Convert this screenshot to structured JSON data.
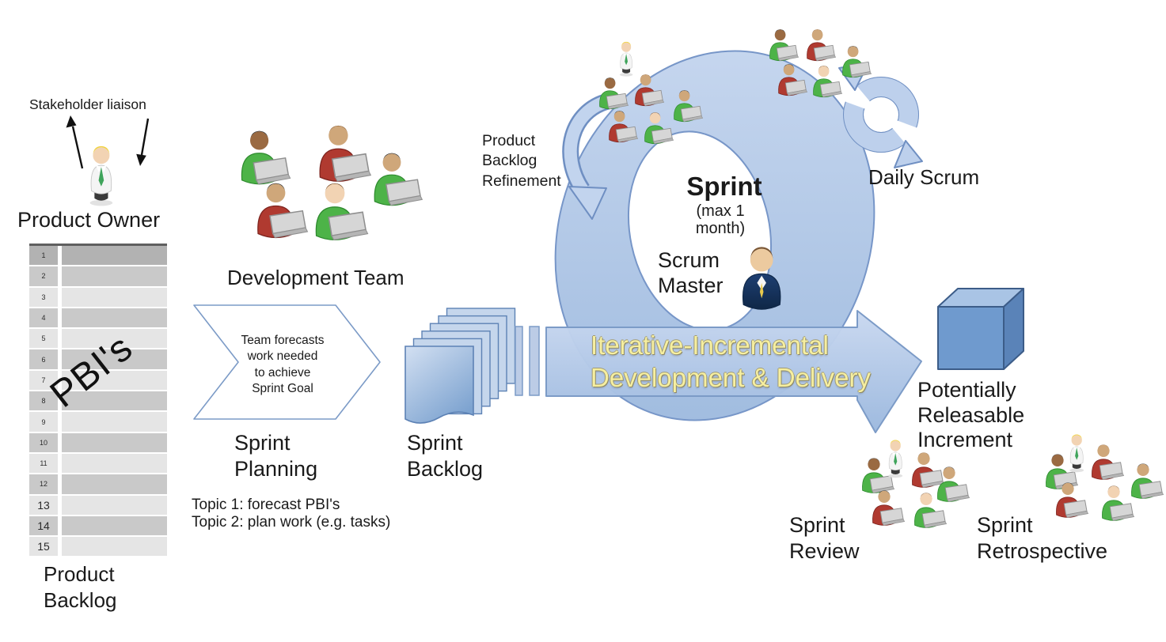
{
  "labels": {
    "stakeholder_liaison": "Stakeholder liaison",
    "product_owner": "Product Owner",
    "pbis": "PBI's",
    "product_backlog": "Product\nBacklog",
    "development_team": "Development Team",
    "sprint_planning_note": "Team forecasts\nwork needed\nto achieve\nSprint Goal",
    "sprint_planning": "Sprint\nPlanning",
    "topic1": "Topic 1: forecast PBI's",
    "topic2": "Topic 2: plan work (e.g. tasks)",
    "sprint_backlog": "Sprint\nBacklog",
    "product_backlog_refinement": "Product\nBacklog\nRefinement",
    "sprint": "Sprint",
    "sprint_duration": "(max 1\nmonth)",
    "scrum_master": "Scrum\nMaster",
    "daily_scrum": "Daily Scrum",
    "iterative_incremental": "Iterative-Incremental\nDevelopment & Delivery",
    "potentially_releasable_increment": "Potentially\nReleasable\nIncrement",
    "sprint_review": "Sprint\nReview",
    "sprint_retrospective": "Sprint\nRetrospective"
  },
  "product_backlog_items": [
    "1",
    "2",
    "3",
    "4",
    "5",
    "6",
    "7",
    "8",
    "9",
    "10",
    "11",
    "12",
    "13",
    "14",
    "15"
  ],
  "colors": {
    "loop_fill_light": "#c7d7ef",
    "loop_fill_dark": "#9fbbdf",
    "loop_stroke": "#7796c8",
    "arrow_fill_light": "#c9d8f0",
    "arrow_fill_dark": "#9bb8de",
    "arrow_label_yellow": "#f6efa0",
    "doc_fill_light": "#d3e0f2",
    "doc_fill_dark": "#7da3d0",
    "doc_back_fill": "#c5d6ec",
    "doc_stroke": "#5d82b5",
    "cube_top": "#a9c4e5",
    "cube_front": "#6f9ace",
    "cube_side": "#5a83b8",
    "cube_stroke": "#3c5c88",
    "chevron_stroke": "#7c9bc7",
    "table_row_dark": "#b2b2b2",
    "table_row_mid": "#c9c9c9",
    "table_row_light": "#e5e5e5",
    "black_arrow": "#111111",
    "people": {
      "green": "#4db348",
      "green_dark": "#2e8a2e",
      "red": "#b03a30",
      "red_dark": "#7d241e",
      "skin_light": "#f2d3b3",
      "skin_tan": "#cfa77a",
      "skin_dark": "#9a6a42",
      "hair_black": "#1c1c1c",
      "hair_brown": "#6f4018",
      "hair_light_brown": "#8d5a28",
      "blonde": "#f0d23e",
      "tie_green": "#3fa45b",
      "suit_navy": "#1e3f72",
      "suit_navy_dark": "#0f2747",
      "tie_yellow": "#e8c94d",
      "laptop": "#d6d6d6",
      "laptop_dark": "#8f8f8f",
      "laptop_base": "#b5b5b5",
      "shirt_white": "#f4f4f4",
      "trousers": "#3a3a3a"
    }
  }
}
